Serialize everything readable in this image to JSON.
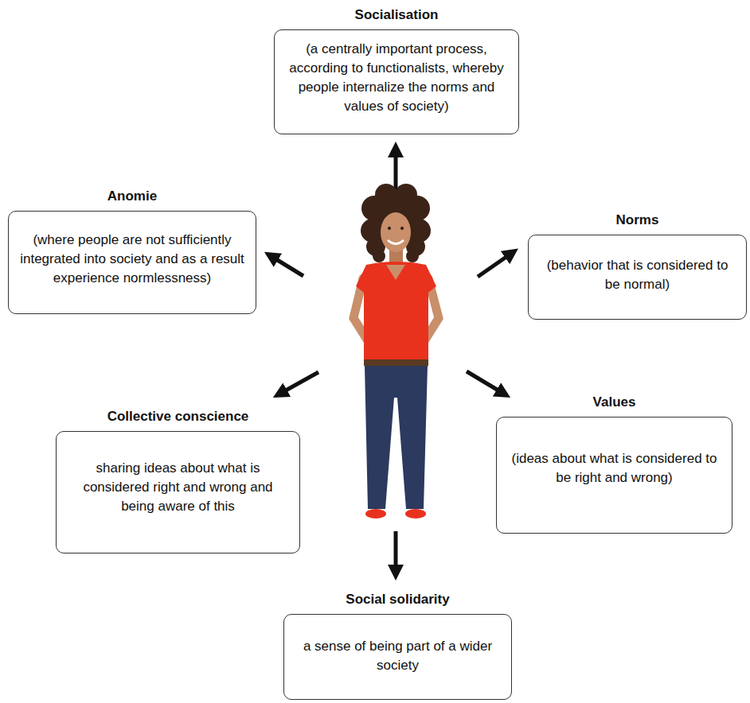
{
  "diagram": {
    "nodes": [
      {
        "text": [
          "Socialisation",
          "(a centrally important process, according to functionalists, whereby people internalize the norms and values of society)"
        ]
      },
      {
        "text": [
          "Anomie",
          "(where people are not sufficiently integrated into society and as a result experience normlessness)"
        ]
      },
      {
        "text": [
          "Norms",
          "(behavior that is considered to be normal)"
        ]
      },
      {
        "text": [
          "Collective conscience",
          "sharing ideas about what is considered right and wrong and being aware of this"
        ]
      },
      {
        "text": [
          "Values",
          "(ideas about what is considered to be right and wrong)"
        ]
      },
      {
        "text": [
          "Social solidarity",
          "a sense of being part of a wider society"
        ]
      }
    ]
  }
}
